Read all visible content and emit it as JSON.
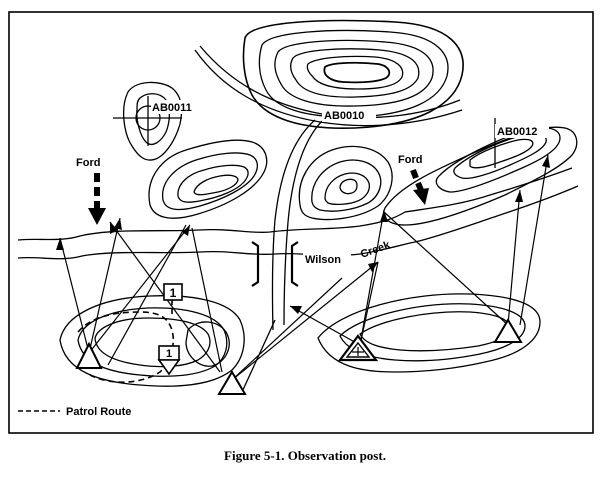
{
  "labels": {
    "grid_ab0011": "AB0011",
    "grid_ab0010": "AB0010",
    "grid_ab0012": "AB0012",
    "ford_left": "Ford",
    "ford_right": "Ford",
    "creek_wilson": "Wilson",
    "creek_creek": "Creek",
    "marker_1_top": "1",
    "marker_1_bottom": "1",
    "legend_patrol": "Patrol Route"
  },
  "caption": "Figure 5-1. Observation post."
}
